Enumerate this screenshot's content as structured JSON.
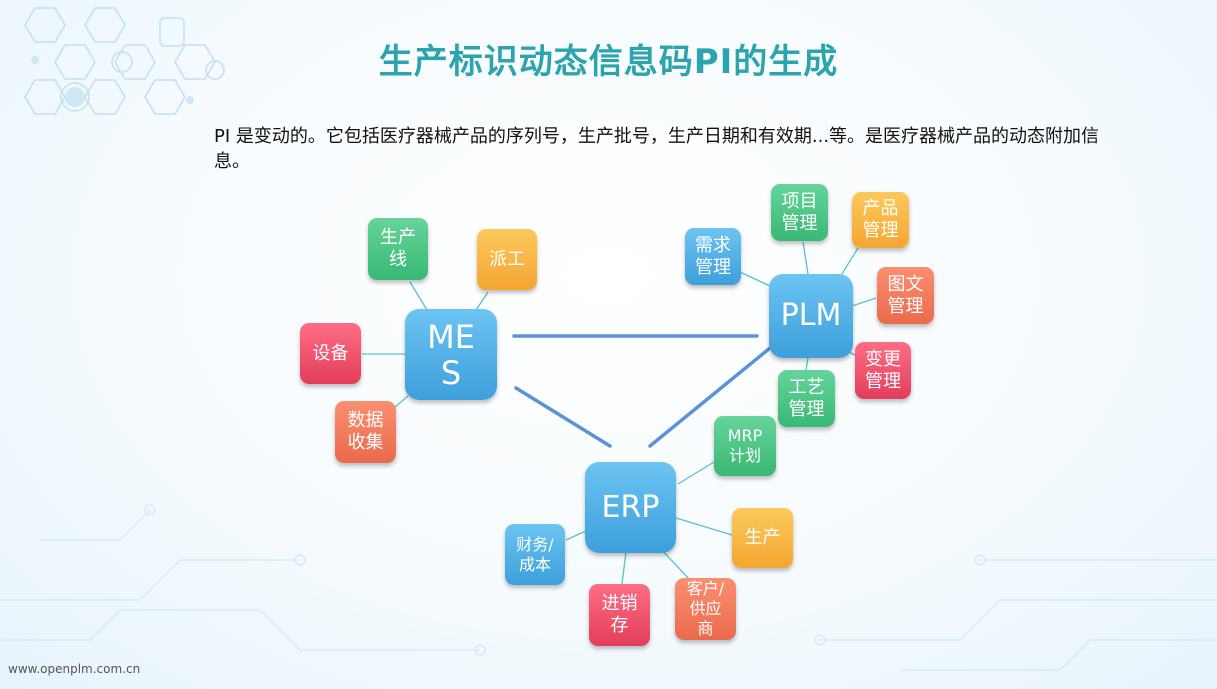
{
  "title": "生产标识动态信息码PI的生成",
  "description": "PI 是变动的。它包括医疗器械产品的序列号，生产批号，生产日期和有效期...等。是医疗器械产品的动态附加信息。",
  "footer": "www.openplm.com.cn",
  "hubs": {
    "mes": "ME\nS",
    "plm": "PLM",
    "erp": "ERP"
  },
  "mes_nodes": {
    "production_line": "生产\n线",
    "dispatch": "派工",
    "equipment": "设备",
    "data_collection": "数据\n收集"
  },
  "plm_nodes": {
    "requirements": "需求\n管理",
    "project": "项目\n管理",
    "product": "产品\n管理",
    "drawing": "图文\n管理",
    "change": "变更\n管理",
    "process": "工艺\n管理"
  },
  "erp_nodes": {
    "mrp": "MRP\n计划",
    "production": "生产",
    "customer": "客户/\n供应\n商",
    "inventory": "进销\n存",
    "finance": "财务/\n成本"
  }
}
